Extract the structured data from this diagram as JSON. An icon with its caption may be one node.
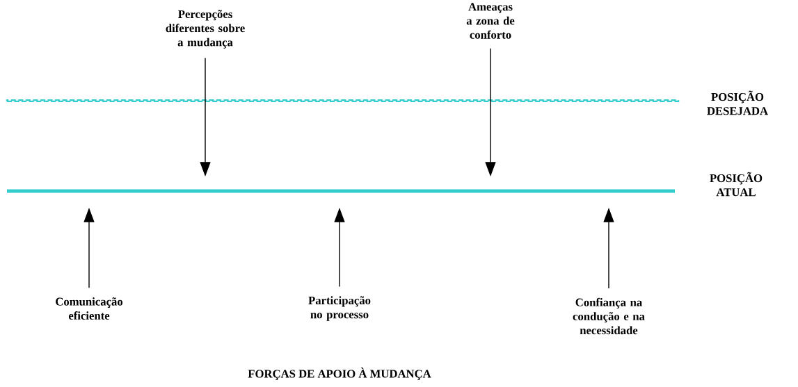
{
  "diagram": {
    "nodes": [
      {
        "text": [
          "Percepções diferentes sobre a mudança"
        ]
      },
      {
        "text": [
          "Ameaças a zona de conforto"
        ]
      },
      {
        "text": [],
        "shape": "line",
        "beside": [
          "POSIÇÃO DESEJADA"
        ]
      },
      {
        "text": [],
        "shape": "bar",
        "beside": [
          "POSIÇÃO ATUAL"
        ]
      },
      {
        "text": [
          "Comunicação eficiente"
        ]
      },
      {
        "text": [
          "Participação no processo"
        ]
      },
      {
        "text": [
          "Confiança na condução e na necessidade"
        ]
      }
    ],
    "edges": [
      {
        "from": 0,
        "to": 3,
        "arrow": "to"
      },
      {
        "from": 1,
        "to": 3,
        "arrow": "to"
      },
      {
        "from": 4,
        "to": 3,
        "arrow": "to"
      },
      {
        "from": 5,
        "to": 3,
        "arrow": "to"
      },
      {
        "from": 6,
        "to": 3,
        "arrow": "to"
      }
    ],
    "labels": [
      "FORÇAS DE APOIO À MUDANÇA"
    ]
  }
}
